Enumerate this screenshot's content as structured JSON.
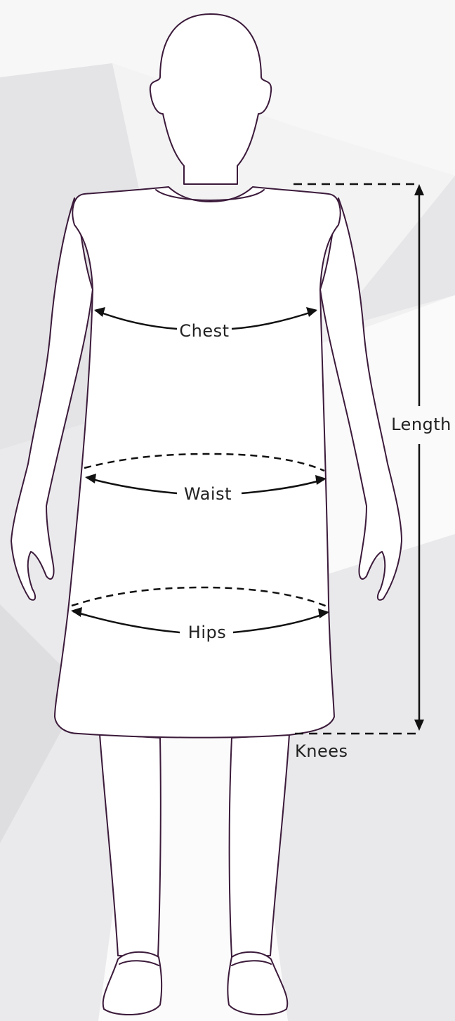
{
  "labels": {
    "chest": "Chest",
    "waist": "Waist",
    "hips": "Hips",
    "length": "Length",
    "knees": "Knees"
  },
  "colors": {
    "outline": "#3b1a3a",
    "measure": "#111111",
    "text": "#222222",
    "background": "#f1f1f2",
    "facet_light": "#ffffff",
    "facet_dark": "#dcdcde"
  },
  "figure": {
    "subject": "child-silhouette",
    "garment": "sleeveless-dress"
  }
}
